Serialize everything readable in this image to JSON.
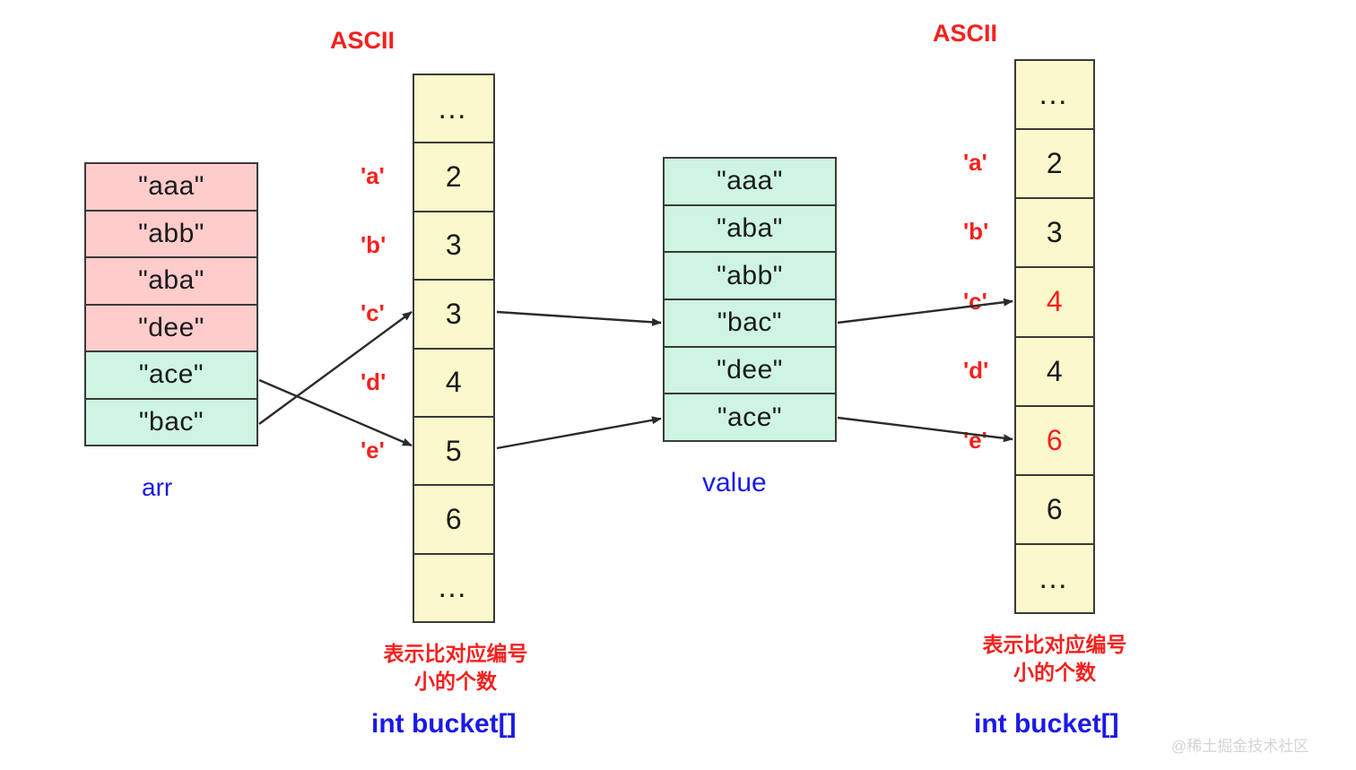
{
  "diagram": {
    "title_labels": {
      "ascii_left": "ASCII",
      "ascii_right": "ASCII",
      "arr": "arr",
      "value": "value",
      "bucket_left": "int bucket[]",
      "bucket_right": "int bucket[]"
    },
    "captions": {
      "left": "表示比对应编号\n小的个数",
      "right": "表示比对应编号\n小的个数"
    },
    "watermark": "@稀土掘金技术社区",
    "arr": {
      "name": "arr",
      "cells": [
        {
          "text": "\"aaa\"",
          "color": "pink"
        },
        {
          "text": "\"abb\"",
          "color": "pink"
        },
        {
          "text": "\"aba\"",
          "color": "pink"
        },
        {
          "text": "\"dee\"",
          "color": "pink"
        },
        {
          "text": "\"ace\"",
          "color": "green"
        },
        {
          "text": "\"bac\"",
          "color": "green"
        }
      ]
    },
    "bucket_left": {
      "name": "int bucket[]",
      "cells": [
        {
          "text": "…",
          "kind": "dots",
          "char": ""
        },
        {
          "text": "2",
          "kind": "num",
          "char": "'a'"
        },
        {
          "text": "3",
          "kind": "num",
          "char": "'b'"
        },
        {
          "text": "3",
          "kind": "num",
          "char": "'c'"
        },
        {
          "text": "4",
          "kind": "num",
          "char": "'d'"
        },
        {
          "text": "5",
          "kind": "num",
          "char": "'e'"
        },
        {
          "text": "6",
          "kind": "num",
          "char": ""
        },
        {
          "text": "…",
          "kind": "dots",
          "char": ""
        }
      ]
    },
    "value": {
      "name": "value",
      "cells": [
        {
          "text": "\"aaa\"",
          "color": "green"
        },
        {
          "text": "\"aba\"",
          "color": "green"
        },
        {
          "text": "\"abb\"",
          "color": "green"
        },
        {
          "text": "\"bac\"",
          "color": "green"
        },
        {
          "text": "\"dee\"",
          "color": "green"
        },
        {
          "text": "\"ace\"",
          "color": "green"
        }
      ]
    },
    "bucket_right": {
      "name": "int bucket[]",
      "cells": [
        {
          "text": "…",
          "kind": "dots",
          "char": "",
          "highlight": false
        },
        {
          "text": "2",
          "kind": "num",
          "char": "'a'",
          "highlight": false
        },
        {
          "text": "3",
          "kind": "num",
          "char": "'b'",
          "highlight": false
        },
        {
          "text": "4",
          "kind": "num",
          "char": "'c'",
          "highlight": true
        },
        {
          "text": "4",
          "kind": "num",
          "char": "'d'",
          "highlight": false
        },
        {
          "text": "6",
          "kind": "num",
          "char": "'e'",
          "highlight": true
        },
        {
          "text": "6",
          "kind": "num",
          "char": "",
          "highlight": false
        },
        {
          "text": "…",
          "kind": "dots",
          "char": "",
          "highlight": false
        }
      ]
    },
    "colors": {
      "pink": "#ffcccc",
      "green": "#cdf5e2",
      "yellow": "#fbf8cc",
      "red": "#f4211e",
      "blue": "#1a1ae8",
      "border": "#3a3a3a",
      "watermark": "#d4d4d4"
    }
  }
}
